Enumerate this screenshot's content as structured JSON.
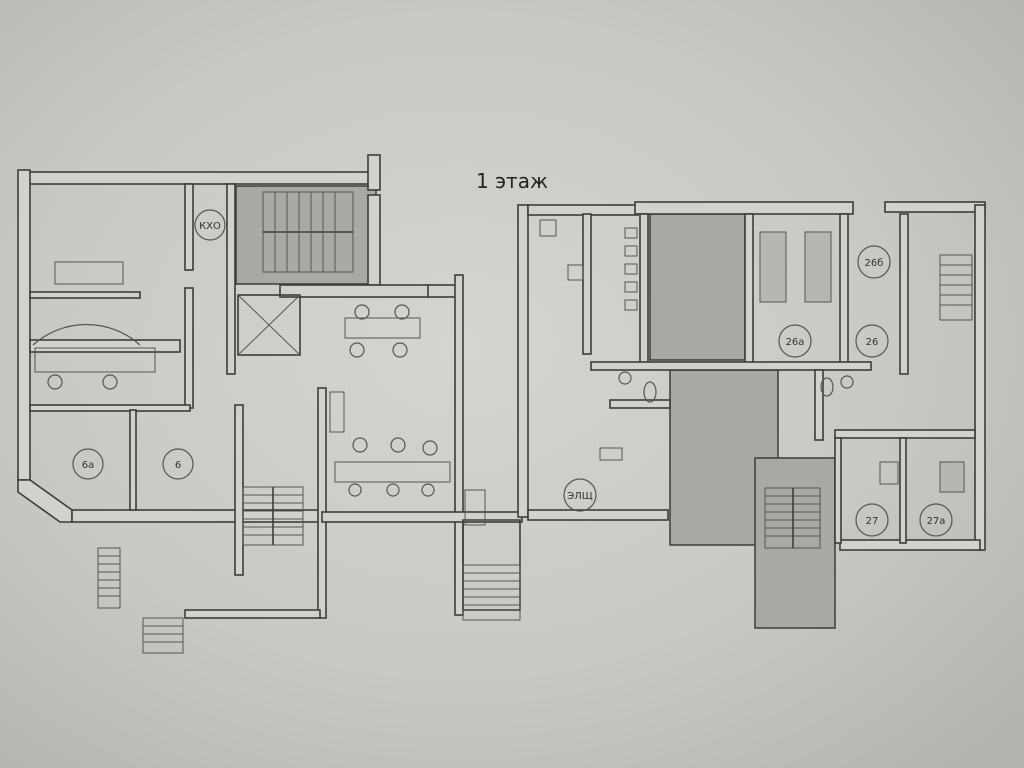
{
  "plan": {
    "title": "1 этаж",
    "rooms": {
      "kho": "КХО",
      "r6a": "6а",
      "r6": "6",
      "elsh": "ЭЛЩ",
      "r26b": "26б",
      "r26a": "26а",
      "r26": "26",
      "r27": "27",
      "r27a": "27а"
    },
    "colors": {
      "paper": "#c9c7c2",
      "wall": "#3c3c3c",
      "shaded": "#aaa8a3"
    }
  }
}
